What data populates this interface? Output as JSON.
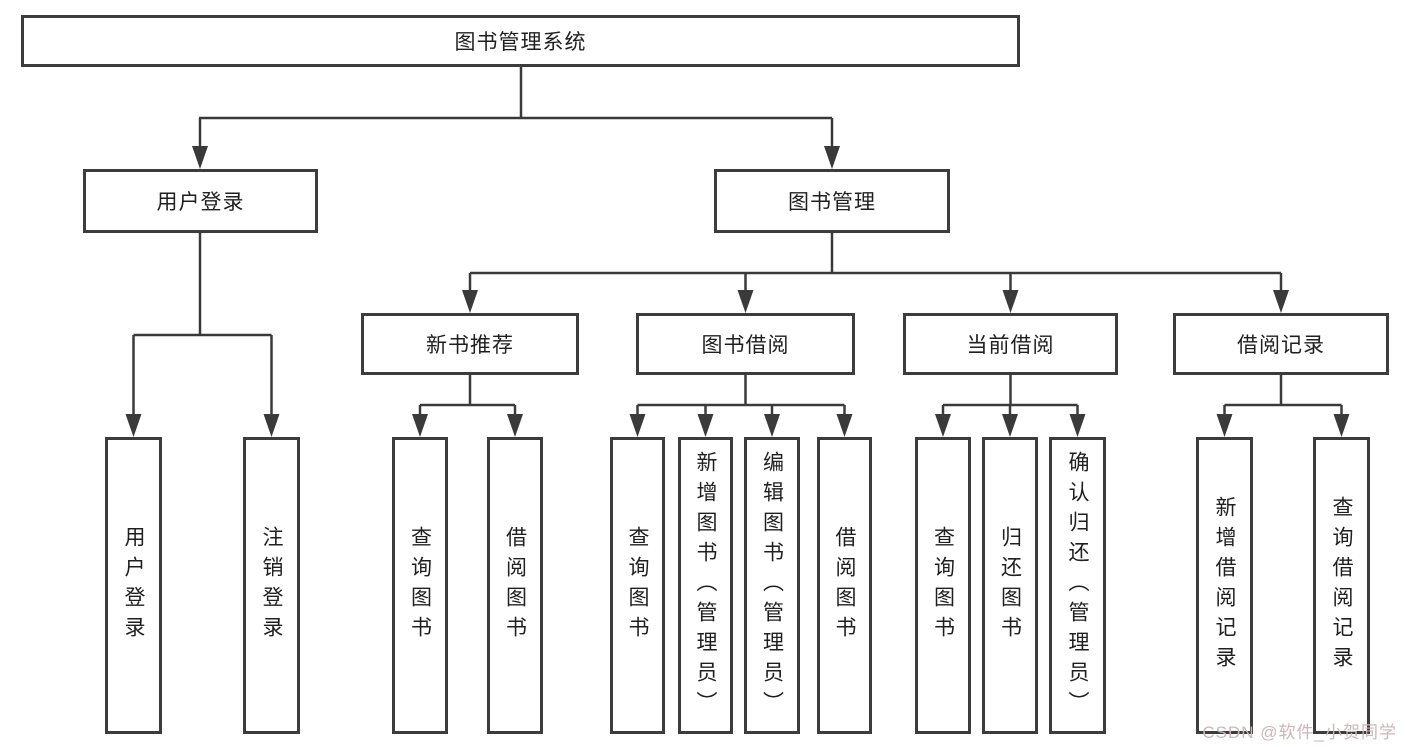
{
  "diagram_title": "图书管理系统",
  "tree": {
    "label": "图书管理系统",
    "children": [
      {
        "label": "用户登录",
        "children": [
          {
            "label": "用户登录"
          },
          {
            "label": "注销登录"
          }
        ]
      },
      {
        "label": "图书管理",
        "children": [
          {
            "label": "新书推荐",
            "children": [
              {
                "label": "查询图书"
              },
              {
                "label": "借阅图书"
              }
            ]
          },
          {
            "label": "图书借阅",
            "children": [
              {
                "label": "查询图书"
              },
              {
                "label": "新增图书（管理员）"
              },
              {
                "label": "编辑图书（管理员）"
              },
              {
                "label": "借阅图书"
              }
            ]
          },
          {
            "label": "当前借阅",
            "children": [
              {
                "label": "查询图书"
              },
              {
                "label": "归还图书"
              },
              {
                "label": "确认归还（管理员）"
              }
            ]
          },
          {
            "label": "借阅记录",
            "children": [
              {
                "label": "新增借阅记录"
              },
              {
                "label": "查询借阅记录"
              }
            ]
          }
        ]
      }
    ]
  },
  "watermark": "CSDN @软件_小贺同学",
  "colors": {
    "line": "#3a3a3a",
    "box_border": "#3c3c3c",
    "box_background": "#ffffff",
    "text": "#1f1f1f",
    "watermark": "#ccb6b6",
    "background": "#ffffff"
  }
}
